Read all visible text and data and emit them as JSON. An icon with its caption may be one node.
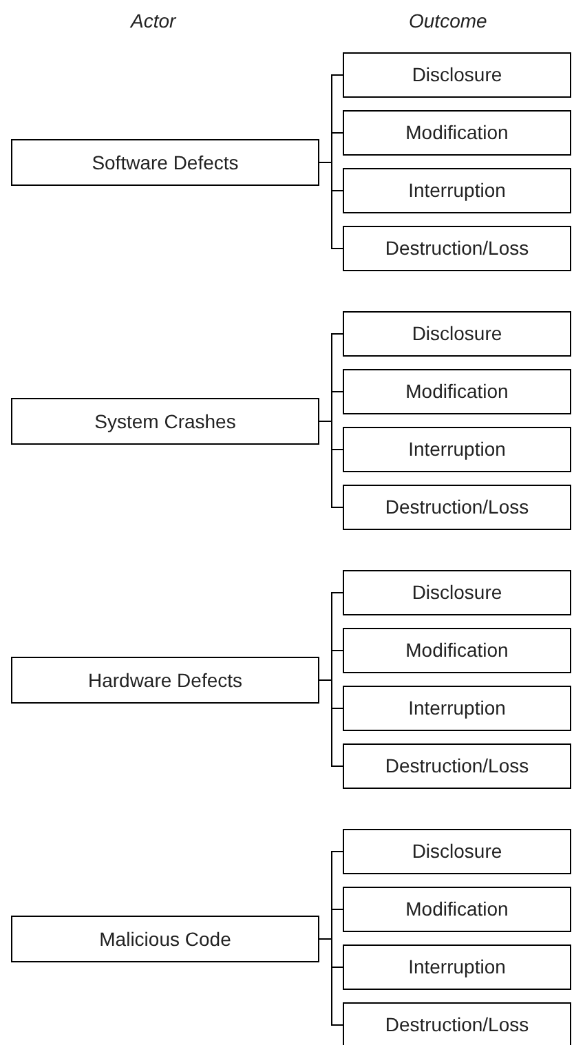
{
  "diagram": {
    "nodes": [
      {
        "text": [
          "Software Defects"
        ]
      },
      {
        "text": [
          "Disclosure"
        ]
      },
      {
        "text": [
          "Modification"
        ]
      },
      {
        "text": [
          "Interruption"
        ]
      },
      {
        "text": [
          "Destruction/Loss"
        ]
      },
      {
        "text": [
          "System Crashes"
        ]
      },
      {
        "text": [
          "Disclosure"
        ]
      },
      {
        "text": [
          "Modification"
        ]
      },
      {
        "text": [
          "Interruption"
        ]
      },
      {
        "text": [
          "Destruction/Loss"
        ]
      },
      {
        "text": [
          "Hardware Defects"
        ]
      },
      {
        "text": [
          "Disclosure"
        ]
      },
      {
        "text": [
          "Modification"
        ]
      },
      {
        "text": [
          "Interruption"
        ]
      },
      {
        "text": [
          "Destruction/Loss"
        ]
      },
      {
        "text": [
          "Malicious Code"
        ]
      },
      {
        "text": [
          "Disclosure"
        ]
      },
      {
        "text": [
          "Modification"
        ]
      },
      {
        "text": [
          "Interruption"
        ]
      },
      {
        "text": [
          "Destruction/Loss"
        ]
      }
    ],
    "edges": [
      {
        "from": 0,
        "to": 1,
        "arrow": "none"
      },
      {
        "from": 0,
        "to": 2,
        "arrow": "none"
      },
      {
        "from": 0,
        "to": 3,
        "arrow": "none"
      },
      {
        "from": 0,
        "to": 4,
        "arrow": "none"
      },
      {
        "from": 5,
        "to": 6,
        "arrow": "none"
      },
      {
        "from": 5,
        "to": 7,
        "arrow": "none"
      },
      {
        "from": 5,
        "to": 8,
        "arrow": "none"
      },
      {
        "from": 5,
        "to": 9,
        "arrow": "none"
      },
      {
        "from": 10,
        "to": 11,
        "arrow": "none"
      },
      {
        "from": 10,
        "to": 12,
        "arrow": "none"
      },
      {
        "from": 10,
        "to": 13,
        "arrow": "none"
      },
      {
        "from": 10,
        "to": 14,
        "arrow": "none"
      },
      {
        "from": 15,
        "to": 16,
        "arrow": "none"
      },
      {
        "from": 15,
        "to": 17,
        "arrow": "none"
      },
      {
        "from": 15,
        "to": 18,
        "arrow": "none"
      },
      {
        "from": 15,
        "to": 19,
        "arrow": "none"
      }
    ],
    "labels": [
      "Actor",
      "Outcome"
    ]
  }
}
